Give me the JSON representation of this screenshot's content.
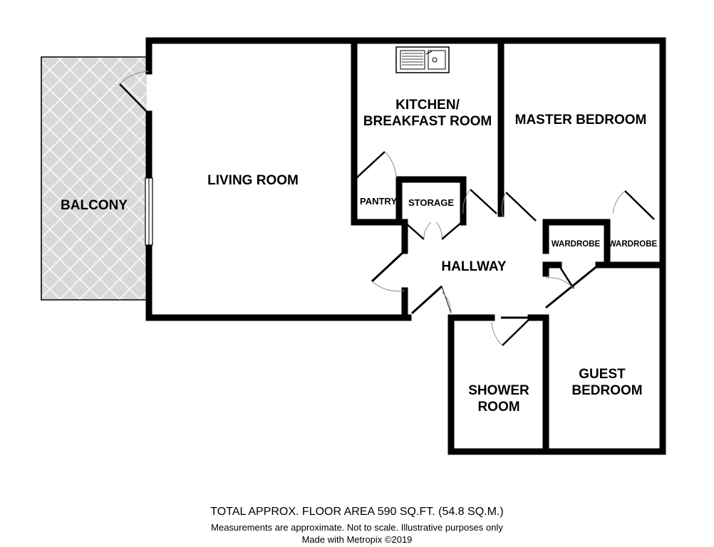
{
  "rooms": {
    "balcony": "BALCONY",
    "living_room": "LIVING ROOM",
    "kitchen_line1": "KITCHEN/",
    "kitchen_line2": "BREAKFAST ROOM",
    "master_bedroom": "MASTER BEDROOM",
    "pantry": "PANTRY",
    "storage": "STORAGE",
    "hallway": "HALLWAY",
    "wardrobe_left": "WARDROBE",
    "wardrobe_right": "WARDROBE",
    "shower_line1": "SHOWER",
    "shower_line2": "ROOM",
    "guest_line1": "GUEST",
    "guest_line2": "BEDROOM"
  },
  "footer": {
    "area": "TOTAL APPROX. FLOOR AREA 590 SQ.FT. (54.8 SQ.M.)",
    "disclaimer": "Measurements are approximate.  Not to scale.  Illustrative purposes only",
    "credit": "Made with Metropix ©2019"
  },
  "colors": {
    "wall": "#000000",
    "balcony_fill": "#d8d8d8",
    "door_arc": "#888888",
    "background": "#ffffff"
  }
}
